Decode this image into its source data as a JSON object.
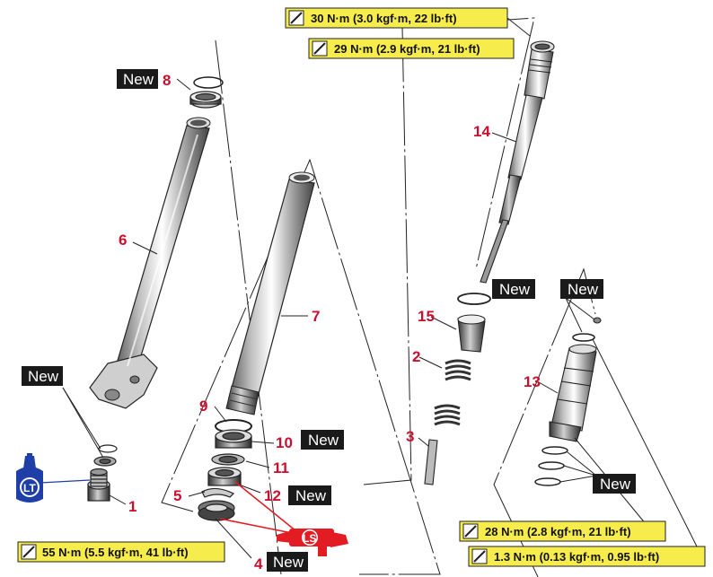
{
  "colors": {
    "part_number": "#c8102e",
    "new_badge_bg": "#1a1a1a",
    "torque_bg": "#f6ec4b",
    "locktite_blue": "#1f3fa8",
    "lithium_grease_red": "#e31b23"
  },
  "new_badge": "New",
  "parts": {
    "p1": "1",
    "p2": "2",
    "p3": "3",
    "p4": "4",
    "p5": "5",
    "p6": "6",
    "p7": "7",
    "p8": "8",
    "p9": "9",
    "p10": "10",
    "p11": "11",
    "p12": "12",
    "p13": "13",
    "p14": "14",
    "p15": "15"
  },
  "torques": {
    "t_top_30": "30 N·m (3.0 kgf·m, 22 lb·ft)",
    "t_top_29": "29 N·m (2.9 kgf·m, 21 lb·ft)",
    "t_bolt_55": "55 N·m (5.5 kgf·m, 41 lb·ft)",
    "t_damper_28": "28 N·m (2.8 kgf·m, 21 lb·ft)",
    "t_screw_13": "1.3 N·m (0.13 kgf·m, 0.95 lb·ft)"
  },
  "symbols": {
    "locktite": "LT",
    "lithium_grease": "LS"
  },
  "icons": {
    "torque": "torque-wrench-icon",
    "locktite": "locktite-bottle-icon",
    "grease": "grease-gun-icon"
  }
}
